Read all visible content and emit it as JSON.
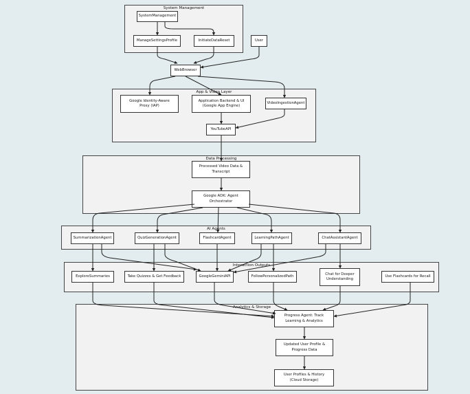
{
  "groups": {
    "system_management": "System Management",
    "app_video_layer": "App & Video Layer",
    "data_processing": "Data Processing",
    "ai_agents": "AI Agents",
    "interaction_outputs": "Interaction Outputs",
    "analytics_storage": "Analytics & Storage"
  },
  "nodes": {
    "system_management": "SystemManagement",
    "manage_settings_profile": "ManageSettingsProfile",
    "initiate_data_reset": "InitiateDataReset",
    "user": "User",
    "web_browser": "WebBrowser",
    "google_iap": "Google Identity-Aware\nProxy (IAP)",
    "app_backend": "Application Backend & UI\n(Google App Engine)",
    "video_ingestion_agent": "VideoIngestionAgent",
    "youtube_api": "YouTubeAPI",
    "processed_video_data": "Processed Video Data &\nTranscript",
    "google_adk": "Google ADK: Agent\nOrchestrator",
    "summarization_agent": "SummarizationAgent",
    "quiz_generation_agent": "QuizGenerationAgent",
    "flashcard_agent": "FlashcardAgent",
    "learning_path_agent": "LearningPathAgent",
    "chat_assistant_agent": "ChatAssistantAgent",
    "explore_summaries": "ExploreSummaries",
    "take_quizzes": "Take Quizzes & Get Feedback",
    "google_gemini_api": "GoogleGeminiAPI",
    "follow_personalized_path": "FollowPersonalizedPath",
    "chat_deeper": "Chat for Deeper\nUnderstanding",
    "use_flashcards": "Use Flashcards for Recall",
    "progress_agent": "Progress Agent: Track\nLearning & Analytics",
    "updated_user_profile": "Updated User Profile &\nProgress Data",
    "user_profiles_history": "User Profiles & History\n(Cloud Storage)"
  },
  "colors": {
    "background": "#ffffff",
    "grid_plus": "#e3ecef",
    "group_fill": "#f2f2f2",
    "node_fill": "#ffffff",
    "stroke": "#333333"
  }
}
